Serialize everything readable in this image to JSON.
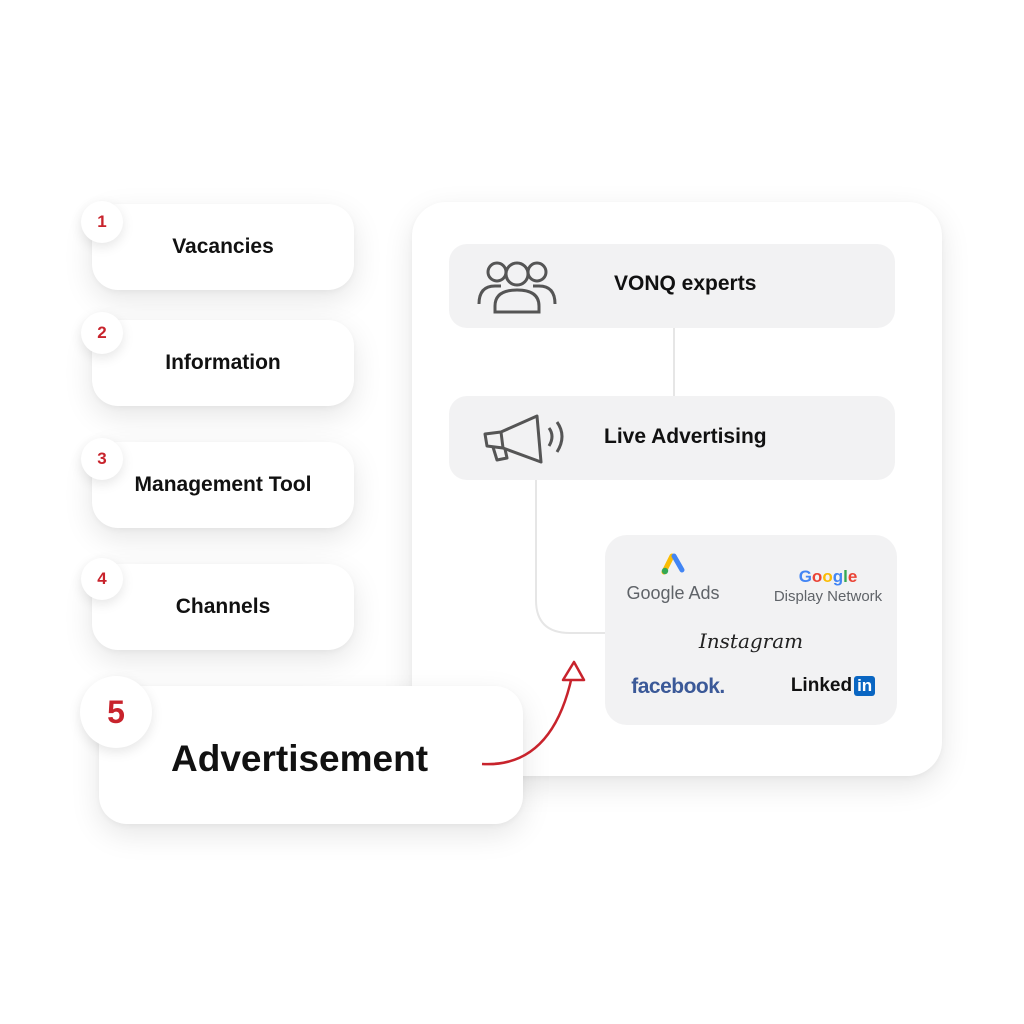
{
  "steps": [
    {
      "num": "1",
      "label": "Vacancies"
    },
    {
      "num": "2",
      "label": "Information"
    },
    {
      "num": "3",
      "label": "Management Tool"
    },
    {
      "num": "4",
      "label": "Channels"
    },
    {
      "num": "5",
      "label": "Advertisement"
    }
  ],
  "panel": {
    "experts": {
      "label": "VONQ experts",
      "icon": "people-group-icon"
    },
    "live": {
      "label": "Live Advertising",
      "icon": "megaphone-icon"
    },
    "channels": {
      "google_ads": "Google Ads",
      "google_brand": "Google",
      "display_network": "Display Network",
      "instagram": "Instagram",
      "facebook": "facebook.",
      "linkedin_text": "Linked",
      "linkedin_box": "in"
    }
  },
  "colors": {
    "accent": "#c8232c",
    "row_bg": "#f2f2f3",
    "facebook": "#3b5998",
    "linkedin": "#0a66c2"
  }
}
